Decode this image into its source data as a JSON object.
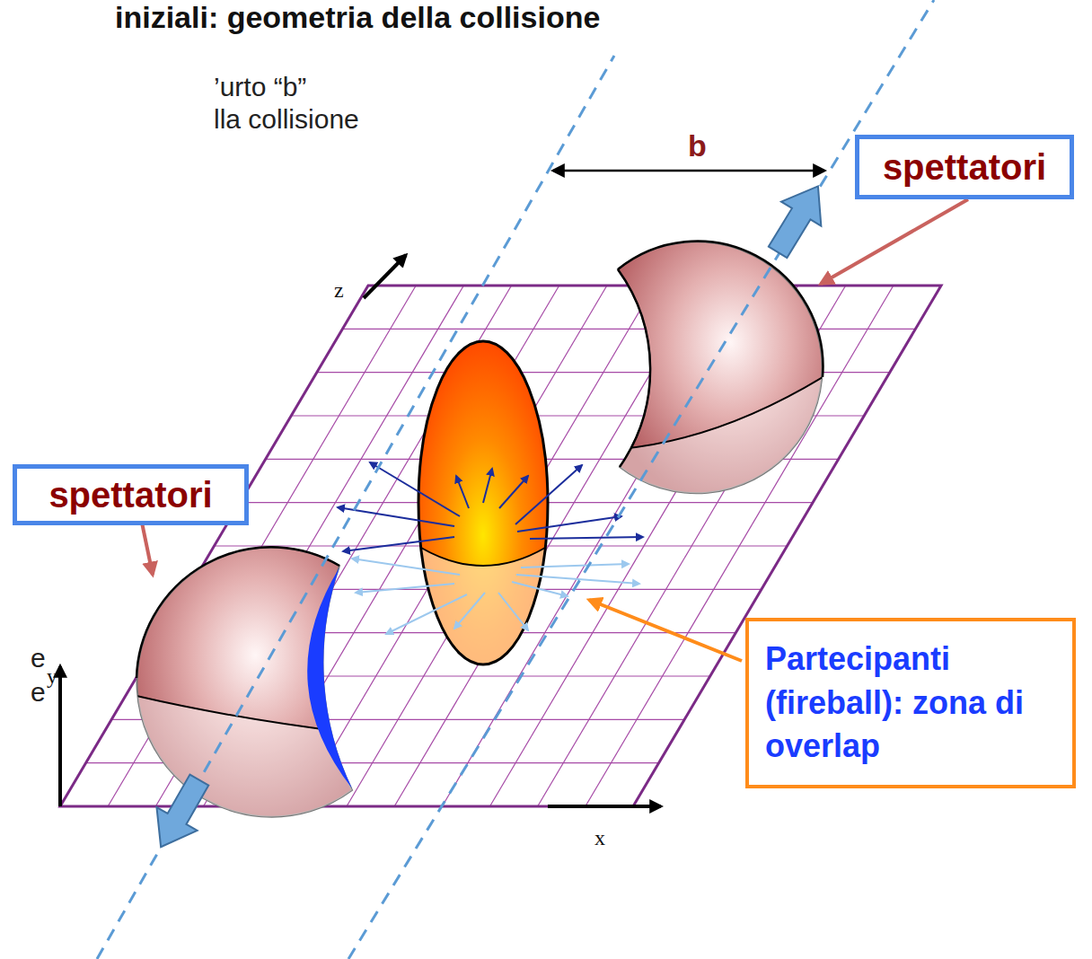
{
  "diagram": {
    "title": "iniziali: geometria della collisione",
    "nodes": [
      {
        "text": [
          "spettatori"
        ]
      },
      {
        "text": [
          "spettatori"
        ]
      },
      {
        "text": [
          "Partecipanti (fireball): zona di overlap"
        ]
      }
    ],
    "labels": [
      "’urto “b”",
      "b",
      "lla collisione",
      "z",
      "e",
      "y",
      "e",
      "x"
    ]
  }
}
